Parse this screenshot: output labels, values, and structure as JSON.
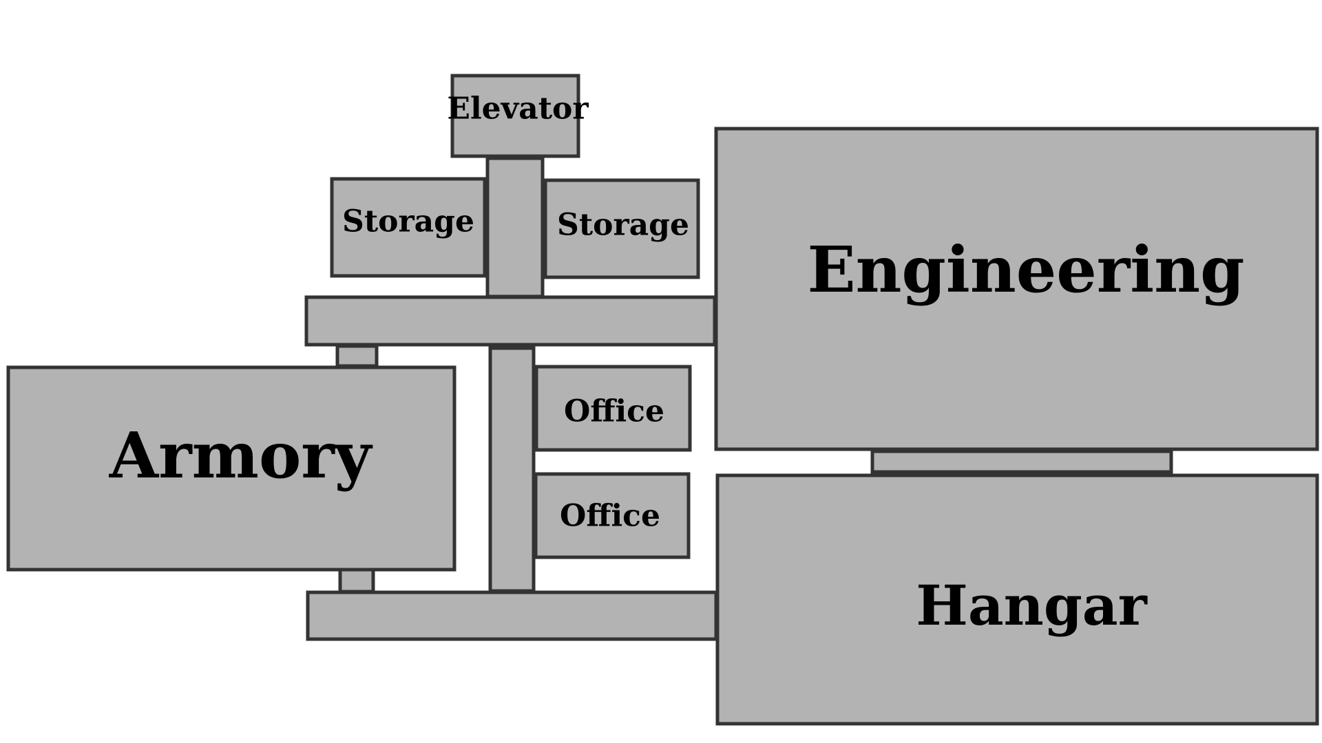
{
  "colors": {
    "room_fill": "#b3b3b3",
    "room_stroke": "#333333",
    "label": "#000000",
    "background": "#ffffff"
  },
  "rooms": {
    "elevator": {
      "label": "Elevator"
    },
    "storage_left": {
      "label": "Storage"
    },
    "storage_right": {
      "label": "Storage"
    },
    "engineering": {
      "label": "Engineering"
    },
    "armory": {
      "label": "Armory"
    },
    "office_upper": {
      "label": "Office"
    },
    "office_lower": {
      "label": "Office"
    },
    "hangar": {
      "label": "Hangar"
    }
  }
}
